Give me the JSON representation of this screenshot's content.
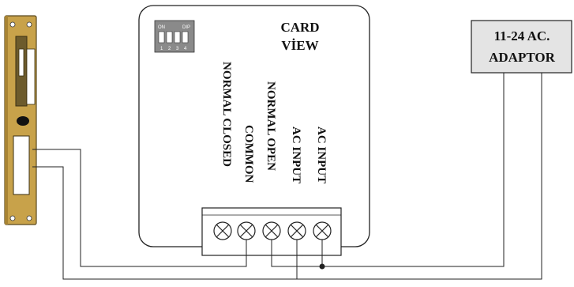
{
  "card": {
    "title_line1": "CARD",
    "title_line2": "VİEW"
  },
  "dip_switch": {
    "on_label": "ON",
    "dip_label": "DIP",
    "numbers": [
      "1",
      "2",
      "3",
      "4"
    ],
    "body_color": "#8a8a8a"
  },
  "terminals": {
    "normal_closed": "NORMAL CLOSED",
    "common": "COMMON",
    "normal_open": "NORMAL OPEN",
    "ac_input_1": "AC  INPUT",
    "ac_input_2": "AC INPUT"
  },
  "adaptor": {
    "line1": "11-24 AC.",
    "line2": "ADAPTOR",
    "fill_color": "#e4e4e4"
  },
  "lock": {
    "plate_color": "#c8a24a"
  }
}
